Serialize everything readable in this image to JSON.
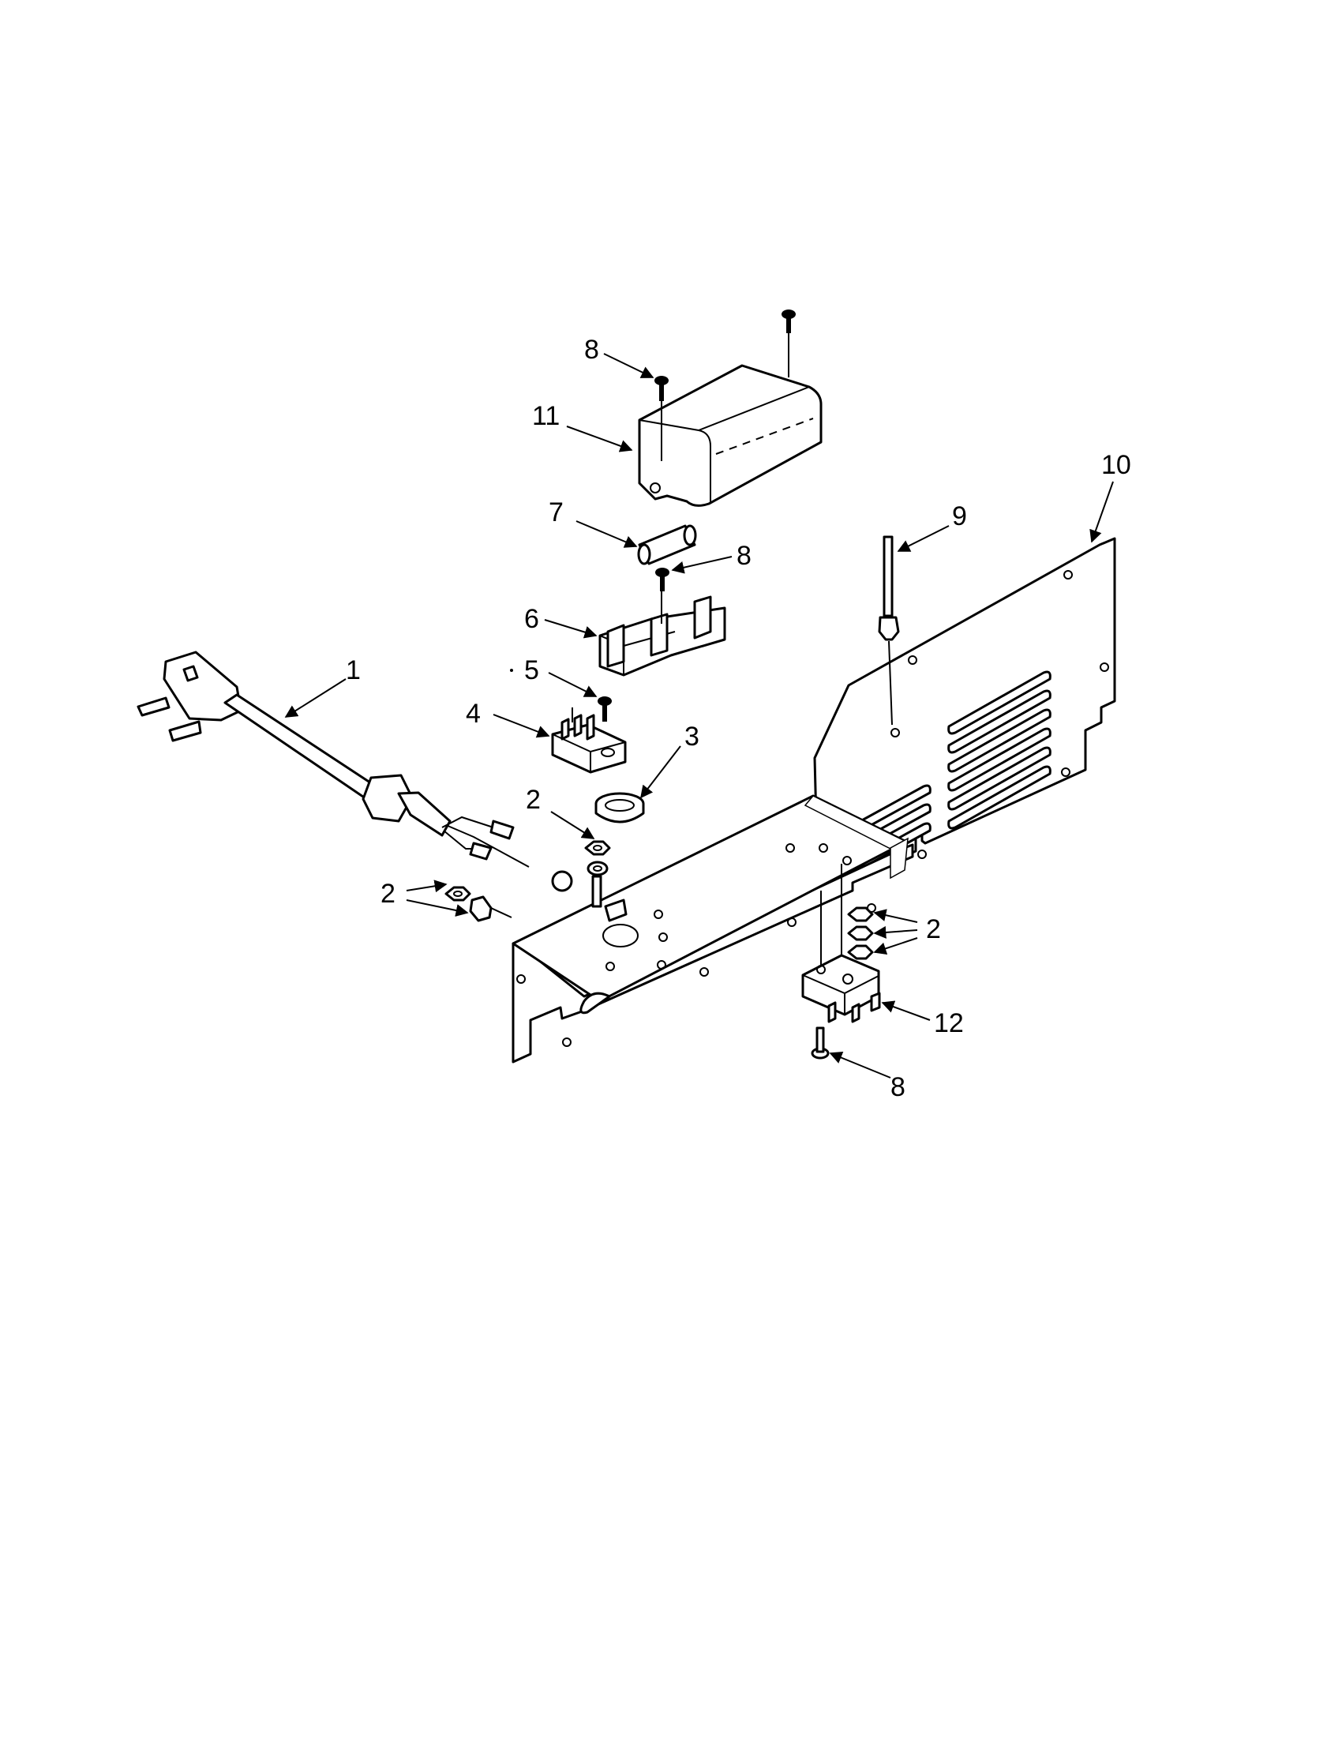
{
  "diagram": {
    "callouts": [
      {
        "id": "c1",
        "text": "1"
      },
      {
        "id": "c2a",
        "text": "2"
      },
      {
        "id": "c2b",
        "text": "2"
      },
      {
        "id": "c2c",
        "text": "2"
      },
      {
        "id": "c3",
        "text": "3"
      },
      {
        "id": "c4",
        "text": "4"
      },
      {
        "id": "c5",
        "text": "5"
      },
      {
        "id": "c6",
        "text": "6"
      },
      {
        "id": "c7",
        "text": "7"
      },
      {
        "id": "c8a",
        "text": "8"
      },
      {
        "id": "c8b",
        "text": "8"
      },
      {
        "id": "c8c",
        "text": "8"
      },
      {
        "id": "c9",
        "text": "9"
      },
      {
        "id": "c10",
        "text": "10"
      },
      {
        "id": "c11",
        "text": "11"
      },
      {
        "id": "c12",
        "text": "12"
      }
    ],
    "line_color": "#000000",
    "background": "#ffffff"
  }
}
